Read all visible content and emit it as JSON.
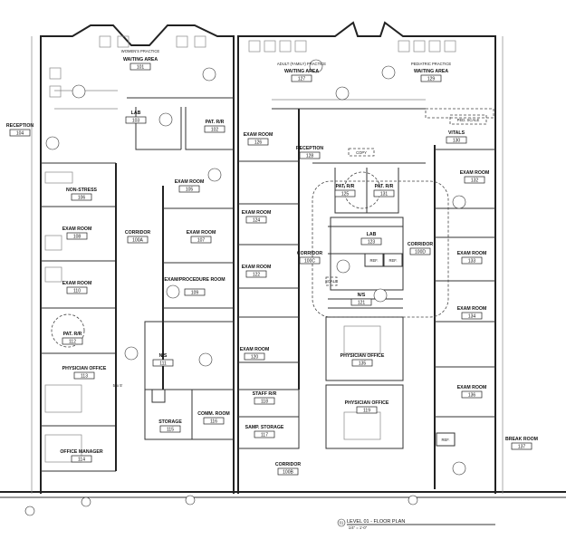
{
  "drawing": {
    "title": "LEVEL 01 - FLOOR PLAN",
    "scale": "1/4\" = 1'-0\"",
    "view_number": "01"
  },
  "rooms": [
    {
      "practice": "WOMEN'S PRACTICE",
      "name": "WAITING AREA",
      "number": "101"
    },
    {
      "name": "RECEPTION",
      "number": "104"
    },
    {
      "name": "LAB",
      "number": "103"
    },
    {
      "name": "PAT. R/R",
      "number": "102"
    },
    {
      "name": "EXAM ROOM",
      "number": "105"
    },
    {
      "name": "NON-STRESS",
      "number": "106"
    },
    {
      "name": "EXAM ROOM",
      "number": "108"
    },
    {
      "name": "CORRIDOR",
      "number": "100A"
    },
    {
      "name": "EXAM ROOM",
      "number": "107"
    },
    {
      "name": "EXAM/PROCEDURE ROOM",
      "number": "109"
    },
    {
      "name": "EXAM ROOM",
      "number": "110"
    },
    {
      "name": "PAT. R/R",
      "number": "112"
    },
    {
      "name": "N/S",
      "number": "111"
    },
    {
      "name": "PHYSICIAN OFFICE",
      "number": "113"
    },
    {
      "name": "STORAGE",
      "number": "115"
    },
    {
      "name": "COMM. ROOM",
      "number": "116"
    },
    {
      "name": "STAFF R/R",
      "number": "118"
    },
    {
      "name": "SAMP. STORAGE",
      "number": "117"
    },
    {
      "name": "OFFICE MANAGER",
      "number": "114"
    },
    {
      "name": "CORRIDOR",
      "number": "100B"
    },
    {
      "practice": "ADULT (FAMILY) PRACTICE",
      "name": "WAITING AREA",
      "number": "127"
    },
    {
      "name": "EXAM ROOM",
      "number": "126"
    },
    {
      "name": "RECEPTION",
      "number": "128"
    },
    {
      "name": "PAT. R/R",
      "number": "125"
    },
    {
      "name": "PAT. R/R",
      "number": "131"
    },
    {
      "practice": "PEDIATRIC PRACTICE",
      "name": "WAITING AREA",
      "number": "129"
    },
    {
      "name": "VITALS",
      "number": "130"
    },
    {
      "name": "EXAM ROOM",
      "number": "132"
    },
    {
      "name": "EXAM ROOM",
      "number": "124"
    },
    {
      "name": "EXAM ROOM",
      "number": "122"
    },
    {
      "name": "EXAM ROOM",
      "number": "120"
    },
    {
      "name": "LAB",
      "number": "123"
    },
    {
      "name": "CORRIDOR",
      "number": "100C"
    },
    {
      "name": "CORRIDOR",
      "number": "100D"
    },
    {
      "name": "N/S",
      "number": "121"
    },
    {
      "name": "EXAM ROOM",
      "number": "133"
    },
    {
      "name": "EXAM ROOM",
      "number": "134"
    },
    {
      "name": "PHYSICIAN OFFICE",
      "number": "135"
    },
    {
      "name": "PHYSICIAN OFFICE",
      "number": "119"
    },
    {
      "name": "EXAM ROOM",
      "number": "136"
    },
    {
      "name": "BREAK ROOM",
      "number": "137"
    }
  ],
  "fixtures": {
    "ref": "REF.",
    "scale": "SCALE",
    "copy": "COPY",
    "ped_scale": "PED. SCALE",
    "dim": "5' x 5'"
  }
}
